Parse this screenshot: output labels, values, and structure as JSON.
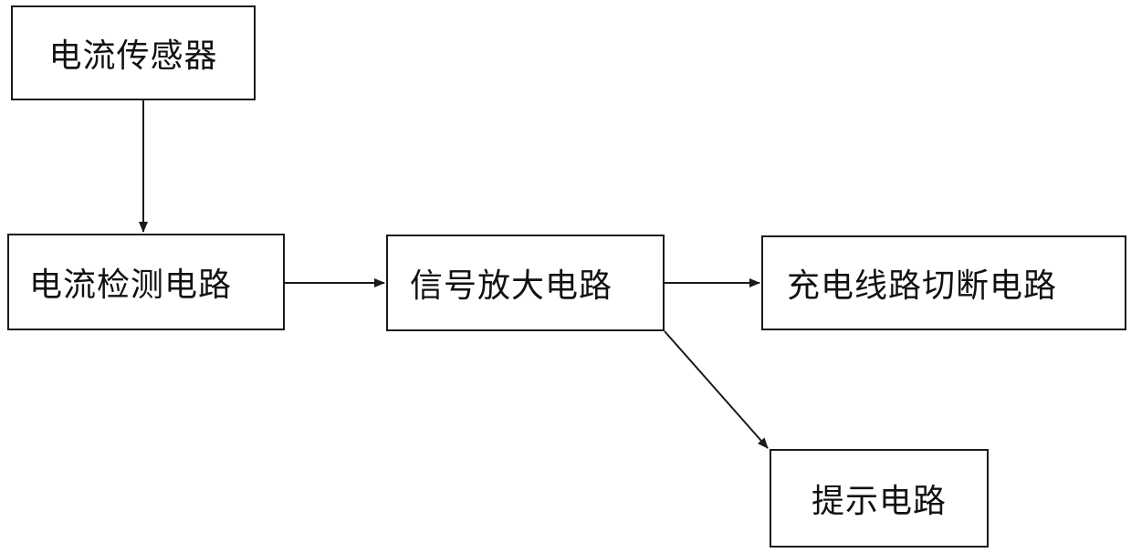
{
  "blocks": {
    "current_sensor": "电流传感器",
    "current_detection_circuit": "电流检测电路",
    "signal_amplifier_circuit": "信号放大电路",
    "charging_cutoff_circuit": "充电线路切断电路",
    "prompt_circuit": "提示电路"
  },
  "connections": [
    {
      "from": "current_sensor",
      "to": "current_detection_circuit"
    },
    {
      "from": "current_detection_circuit",
      "to": "signal_amplifier_circuit"
    },
    {
      "from": "signal_amplifier_circuit",
      "to": "charging_cutoff_circuit"
    },
    {
      "from": "signal_amplifier_circuit",
      "to": "prompt_circuit"
    }
  ],
  "colors": {
    "line": "#1a1a1a",
    "text": "#111111",
    "background": "#ffffff"
  }
}
